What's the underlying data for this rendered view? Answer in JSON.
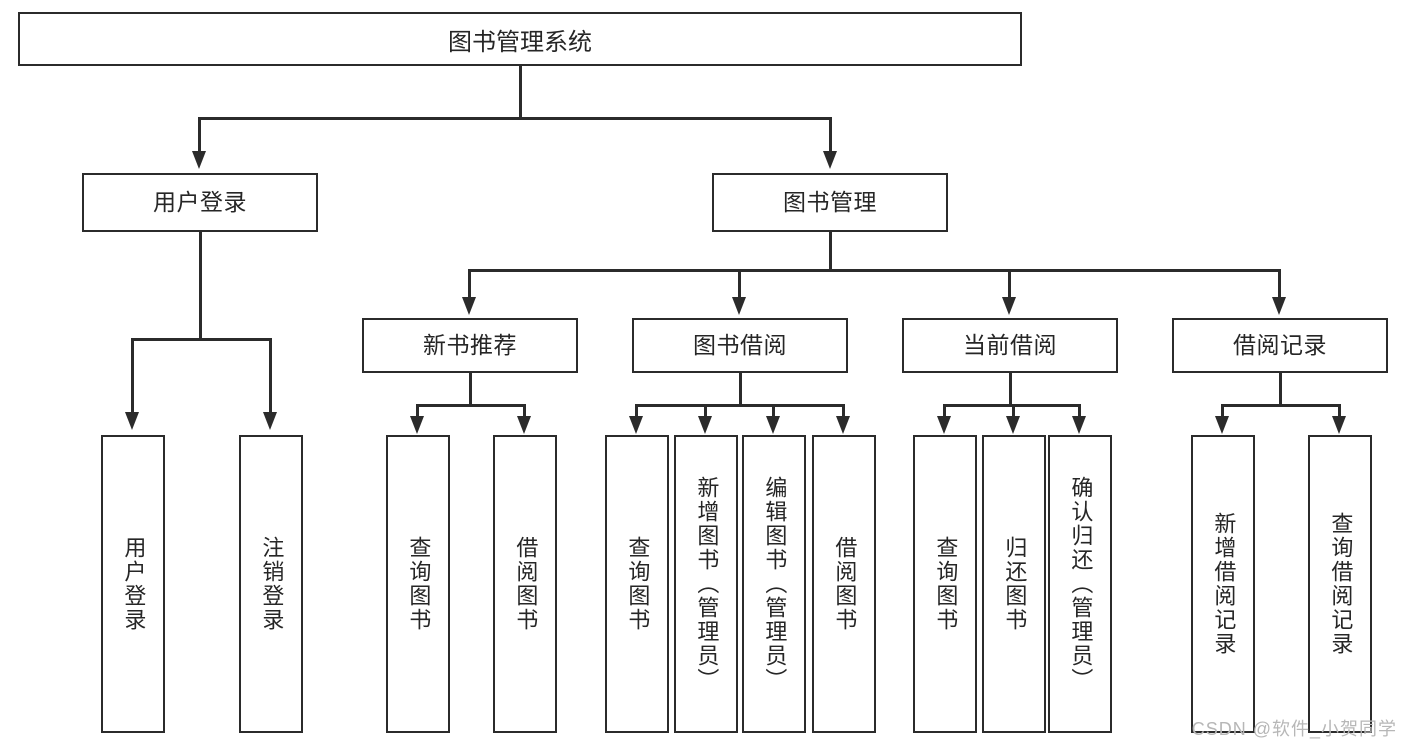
{
  "diagram": {
    "type": "tree-hierarchy-chart",
    "title_text": "图书管理系统",
    "colors": {
      "line": "#2b2b2b",
      "box_fill": "#ffffff",
      "text": "#262626",
      "watermark": "#b7b7b7",
      "background": "#ffffff"
    },
    "root": {
      "label": "图书管理系统"
    },
    "level1": [
      {
        "label": "用户登录"
      },
      {
        "label": "图书管理"
      }
    ],
    "level2": [
      {
        "label": "新书推荐"
      },
      {
        "label": "图书借阅"
      },
      {
        "label": "当前借阅"
      },
      {
        "label": "借阅记录"
      }
    ],
    "leaves": {
      "user_login": [
        {
          "label": "用户登录"
        },
        {
          "label": "注销登录"
        }
      ],
      "new_book_recommend": [
        {
          "label": "查询图书"
        },
        {
          "label": "借阅图书"
        }
      ],
      "book_borrow": [
        {
          "label": "查询图书"
        },
        {
          "label": "新增图书（管理员）"
        },
        {
          "label": "编辑图书（管理员）"
        },
        {
          "label": "借阅图书"
        }
      ],
      "current_borrow": [
        {
          "label": "查询图书"
        },
        {
          "label": "归还图书"
        },
        {
          "label": "确认归还（管理员）"
        }
      ],
      "borrow_records": [
        {
          "label": "新增借阅记录"
        },
        {
          "label": "查询借阅记录"
        }
      ]
    },
    "watermark": "CSDN @软件_小贺同学"
  }
}
